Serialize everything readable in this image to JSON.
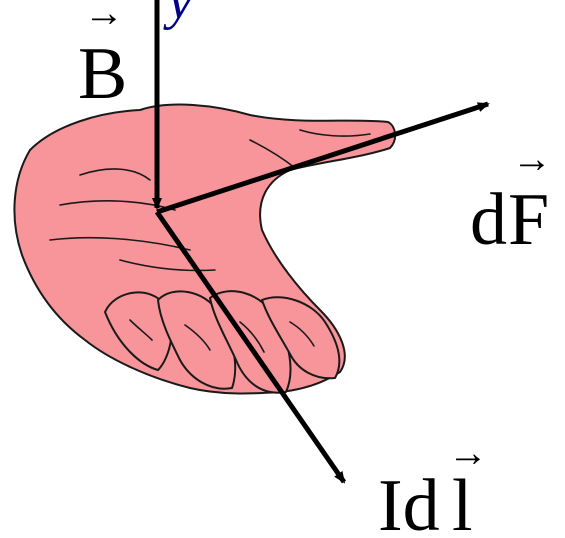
{
  "labels": {
    "magnetic_field": "B",
    "force_prefix": "d",
    "force_symbol": "F",
    "current_prefix": "Id",
    "current_symbol": "l",
    "top_glyph": "y"
  },
  "colors": {
    "hand_fill": "#f7959a",
    "hand_outline": "#1a1a1a",
    "vector_color": "#000000",
    "top_glyph_color": "#00008b",
    "background": "#ffffff"
  },
  "vector_marks": {
    "over_B": "→",
    "over_F": "→",
    "over_l": "→"
  }
}
